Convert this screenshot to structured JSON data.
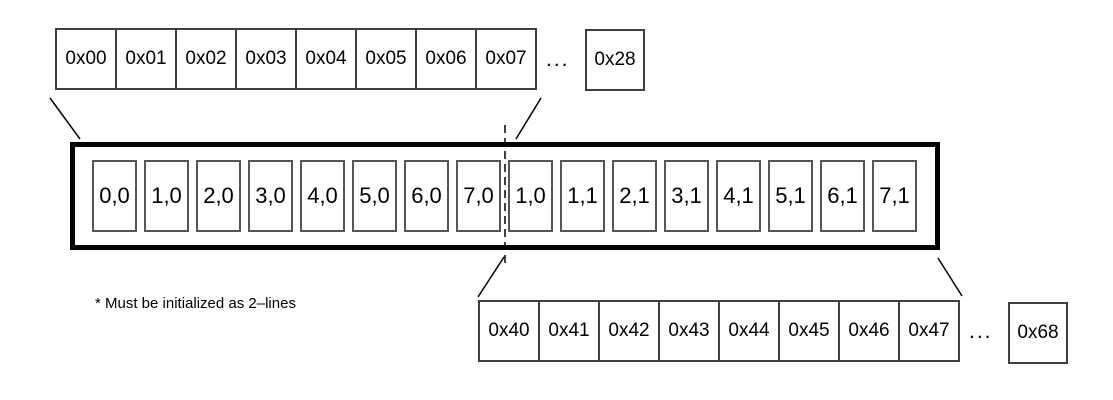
{
  "colors": {
    "background": "#ffffff",
    "address_box_border": "#3f3f3f",
    "frame_border": "#000000",
    "cell_border": "#555555",
    "line": "#000000",
    "text": "#000000"
  },
  "top_row": {
    "cells": [
      "0x00",
      "0x01",
      "0x02",
      "0x03",
      "0x04",
      "0x05",
      "0x06",
      "0x07"
    ],
    "ellipsis": "...",
    "end_cell": "0x28"
  },
  "frame": {
    "cells": [
      "0,0",
      "1,0",
      "2,0",
      "3,0",
      "4,0",
      "5,0",
      "6,0",
      "7,0",
      "1,0",
      "1,1",
      "2,1",
      "3,1",
      "4,1",
      "5,1",
      "6,1",
      "7,1"
    ]
  },
  "bottom_row": {
    "cells": [
      "0x40",
      "0x41",
      "0x42",
      "0x43",
      "0x44",
      "0x45",
      "0x46",
      "0x47"
    ],
    "ellipsis": "...",
    "end_cell": "0x68"
  },
  "footnote": "* Must be initialized as 2–lines"
}
